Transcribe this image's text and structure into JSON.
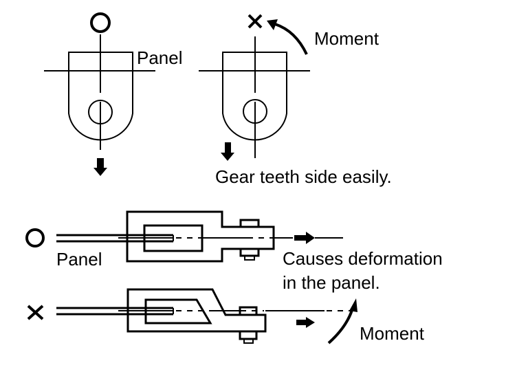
{
  "diagram": {
    "top_left": {
      "verdict": "correct",
      "verdict_icon": "circle-icon",
      "label_panel": "Panel",
      "force_arrow": "down-arrow-icon"
    },
    "top_right": {
      "verdict": "incorrect",
      "verdict_icon": "cross-icon",
      "label_moment": "Moment",
      "caption": "Gear teeth side easily.",
      "force_arrow": "down-arrow-icon"
    },
    "bottom_upper": {
      "verdict": "correct",
      "verdict_icon": "circle-icon",
      "label_panel": "Panel",
      "caption_line1": "Causes deformation",
      "caption_line2": "in the panel.",
      "force_arrow": "right-arrow-icon"
    },
    "bottom_lower": {
      "verdict": "incorrect",
      "verdict_icon": "cross-icon",
      "label_moment": "Moment",
      "force_arrow": "right-arrow-icon"
    },
    "colors": {
      "line": "#000000",
      "background": "#ffffff"
    }
  }
}
